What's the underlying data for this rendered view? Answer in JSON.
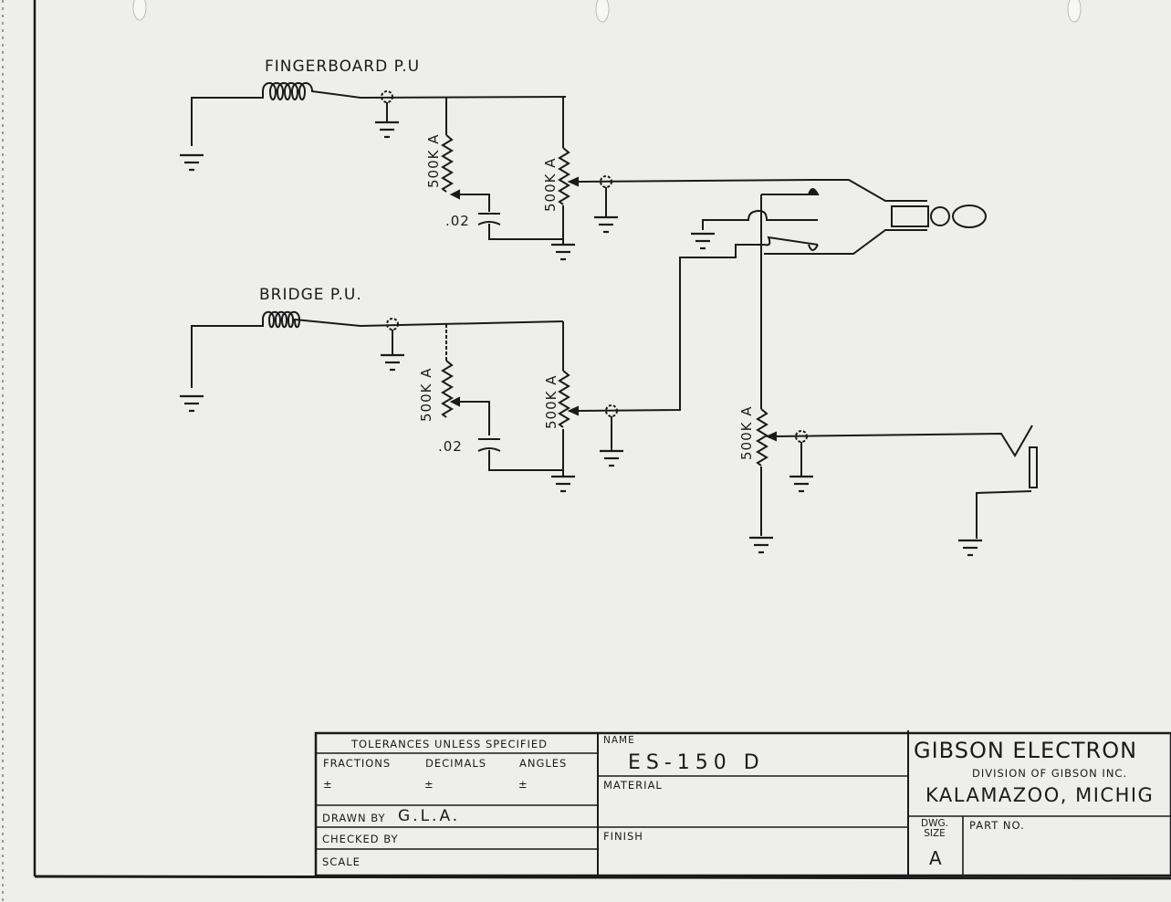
{
  "schematic": {
    "pickups": [
      {
        "label": "FINGERBOARD P.U"
      },
      {
        "label": "BRIDGE P.U."
      }
    ],
    "components": {
      "fingerboard_tone_pot": "500K A",
      "fingerboard_volume_pot": "500K A",
      "fingerboard_cap": ".02",
      "bridge_tone_pot": "500K A",
      "bridge_volume_pot": "500K A",
      "bridge_cap": ".02",
      "master_volume_pot": "500K A"
    }
  },
  "title_block": {
    "tolerances_header": "TOLERANCES UNLESS SPECIFIED",
    "fractions_label": "FRACTIONS",
    "decimals_label": "DECIMALS",
    "angles_label": "ANGLES",
    "fractions_value": "±",
    "decimals_value": "±",
    "angles_value": "±",
    "drawn_by_label": "DRAWN BY",
    "drawn_by_value": "G.L.A.",
    "checked_by_label": "CHECKED BY",
    "scale_label": "SCALE",
    "name_label": "NAME",
    "name_value": "ES-150 D",
    "material_label": "MATERIAL",
    "finish_label": "FINISH",
    "company_name": "GIBSON ELECTRON",
    "company_division": "DIVISION OF GIBSON INC.",
    "company_location": "KALAMAZOO, MICHIG",
    "dwg_size_label": "DWG. SIZE",
    "dwg_size_value": "A",
    "part_no_label": "PART NO."
  }
}
